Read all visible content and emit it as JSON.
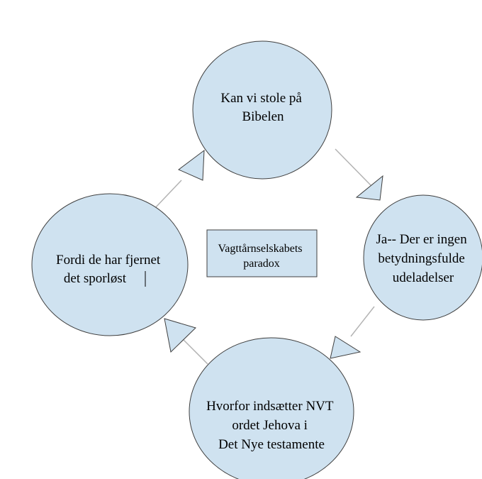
{
  "diagram": {
    "center_label": {
      "lines": [
        "Vagttårnselskabets",
        "paradox"
      ]
    },
    "nodes": [
      {
        "id": "top",
        "lines": [
          "Kan vi stole på",
          "Bibelen"
        ]
      },
      {
        "id": "right",
        "lines": [
          "Ja-- Der er ingen",
          "betydningsfulde",
          "udeladelser"
        ]
      },
      {
        "id": "bottom",
        "lines": [
          "Hvorfor indsætter NVT",
          "ordet Jehova i",
          "Det Nye testamente"
        ]
      },
      {
        "id": "left",
        "lines": [
          "Fordi de har fjernet",
          "det sporløst"
        ]
      }
    ],
    "colors": {
      "node_fill": "#cfe2f0",
      "node_stroke": "#3f3f3f",
      "arrow_fill": "#cfe2f0",
      "arrow_stroke": "#3f3f3f",
      "connector": "#b3b3b3"
    }
  }
}
